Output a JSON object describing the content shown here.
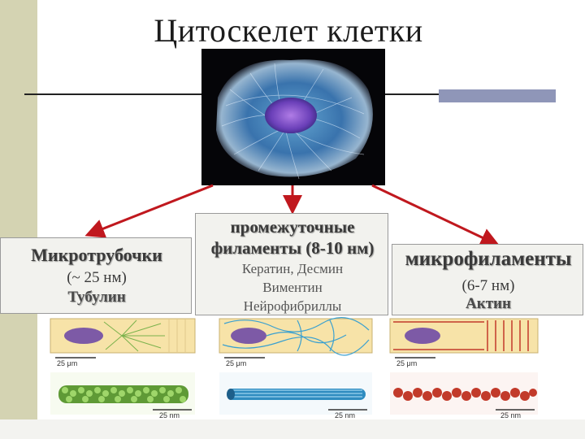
{
  "title": "Цитоскелет клетки",
  "left_panel": {
    "name": "Микротрубочки",
    "size": "(~ 25 нм)",
    "protein": "Тубулин"
  },
  "middle_panel": {
    "name_line1": "промежуточные",
    "name_line2": "филаменты (8-10 нм)",
    "proteins_line1": "Кератин, Десмин",
    "proteins_line2": "Виментин",
    "proteins_line3": "Нейрофибриллы"
  },
  "right_panel": {
    "name": "микрофиламенты",
    "size": "(6-7 нм)",
    "protein": "Актин"
  },
  "scale_labels": {
    "micrometer": "25 μm",
    "nanometer": "25 nm"
  },
  "colors": {
    "sidebar": "#d4d3b2",
    "arrow": "#c0181e",
    "protein_text": "#4a4a4a",
    "cell_bg": "#f7e3a8",
    "nucleus": "#7d5aa6",
    "tubulin": "#7bb24c",
    "intermediate": "#3aa0d0",
    "actin": "#c23a2a"
  }
}
